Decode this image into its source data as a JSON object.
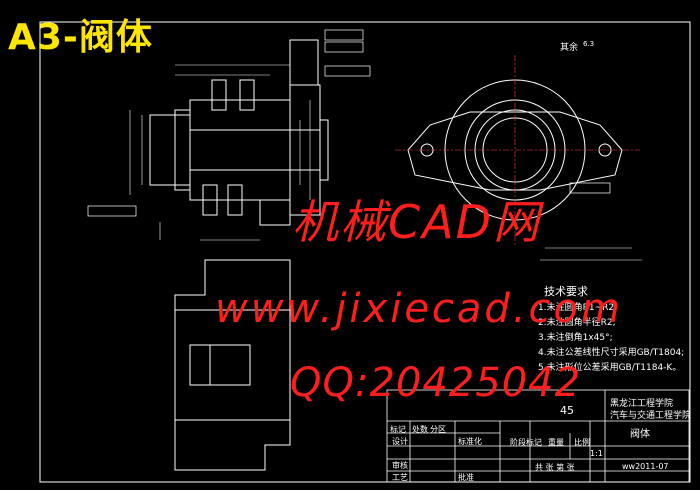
{
  "header": {
    "title": "A3-阀体"
  },
  "watermark": {
    "line1": "机械CAD网",
    "line2": "www.jixiecad.com",
    "line3": "QQ:20425042"
  },
  "tech_requirements": {
    "heading": "技术要求",
    "items": [
      "1.未注圆角R1~R2;",
      "2.未注圆角半径R2;",
      "3.未注倒角1x45°;",
      "4.未注公差线性尺寸采用GB/T1804;",
      "5.未注形位公差采用GB/T1184-K。"
    ]
  },
  "title_block": {
    "school": "黑龙江工程学院",
    "dept": "汽车与交通工程学院",
    "material": "45",
    "part_name": "阀体",
    "scale_label": "比例",
    "scale": "1:1",
    "stage_label": "阶段标记",
    "weight_label": "重量",
    "sheet": "共 张 第 张",
    "drawing_no": "ww2011-07",
    "mark": "标记",
    "count": "处数",
    "zone": "分区",
    "design": "设计",
    "standard": "标准化",
    "review": "审核",
    "process": "工艺",
    "approve": "批准"
  },
  "annotations": {
    "rest": "其余",
    "ra": "6.3"
  },
  "colors": {
    "background": "#000000",
    "title": "#ffe600",
    "watermark": "#ff1e1e",
    "lines": "#ffffff",
    "center": "#ff4040"
  }
}
